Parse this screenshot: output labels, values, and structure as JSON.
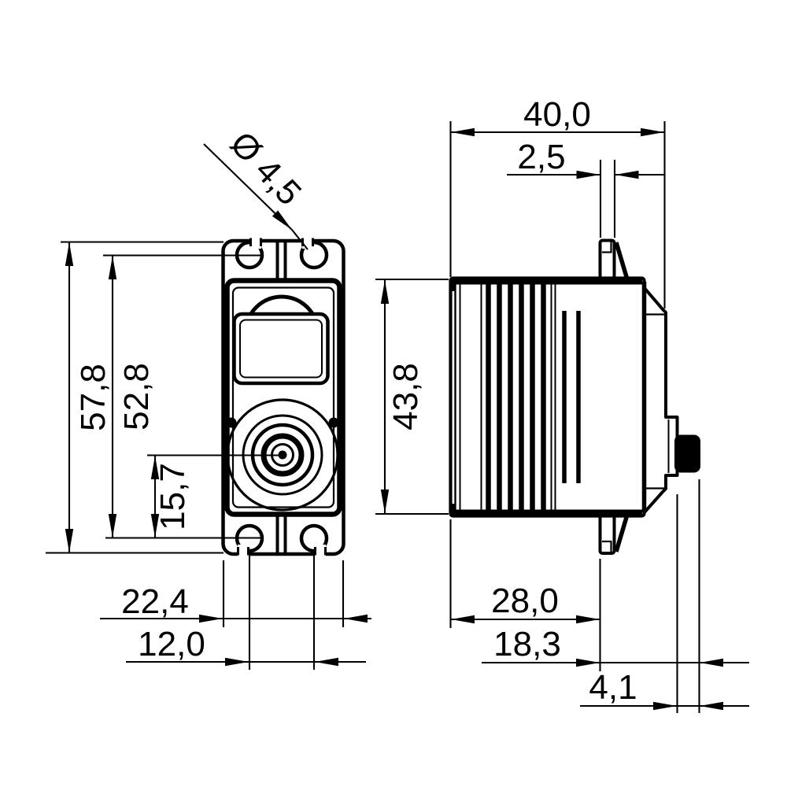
{
  "page": {
    "background": "#ffffff",
    "ink": "#000000"
  },
  "drawing": {
    "type": "technical-dimension-drawing",
    "subject": "servo-motor-two-view",
    "views": {
      "front": "front view with mounting tabs and output shaft",
      "side": "side view with cooling fins, mounting flange and spline shaft"
    },
    "dimensions": {
      "hole_diameter": "Ø 4,5",
      "case_length": "57,8",
      "mount_hole_spacing_length": "52,8",
      "shaft_offset": "15,7",
      "case_width": "22,4",
      "mount_hole_spacing_width": "12,0",
      "total_depth": "40,0",
      "flange_thickness": "2,5",
      "case_height": "43,8",
      "depth_to_flange": "28,0",
      "flange_to_shaft_tip": "18,3",
      "spline_length": "4,1"
    }
  }
}
